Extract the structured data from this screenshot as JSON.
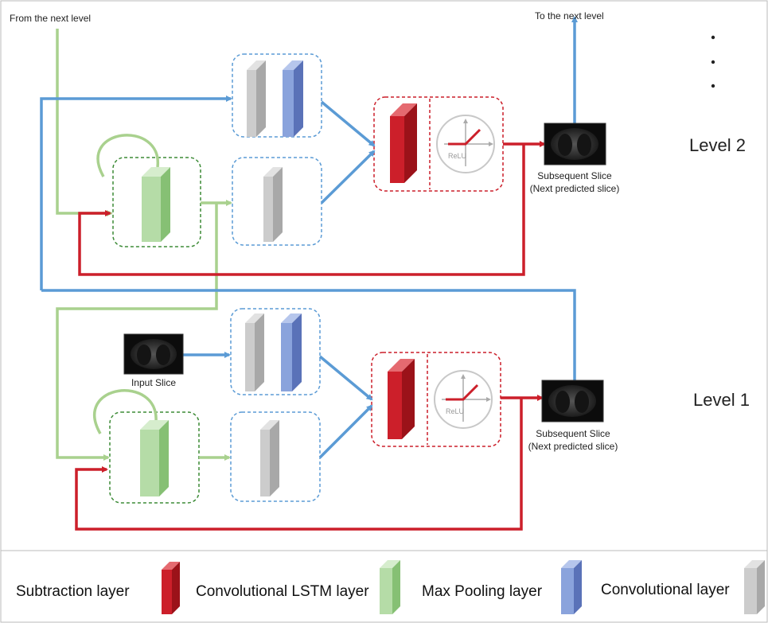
{
  "labels": {
    "from_next_level": "From the next level",
    "to_next_level": "To the next level",
    "input_slice": "Input Slice",
    "subsequent_slice": "Subsequent Slice",
    "next_predicted_slice": "(Next predicted slice)",
    "relu": "ReLU"
  },
  "levels": {
    "level2": "Level 2",
    "level1": "Level 1"
  },
  "legend": {
    "subtraction": "Subtraction layer",
    "conv_lstm": "Convolutional LSTM layer",
    "max_pooling": "Max Pooling layer",
    "convolutional": "Convolutional layer"
  },
  "colors": {
    "red": "#cc1f2a",
    "green": "#9bd08c",
    "blue": "#6f8fd0",
    "gray": "#c8c8c8",
    "arrow_blue": "#5b9bd5",
    "arrow_green": "#a9d18e",
    "arrow_red": "#cc1f2a"
  }
}
